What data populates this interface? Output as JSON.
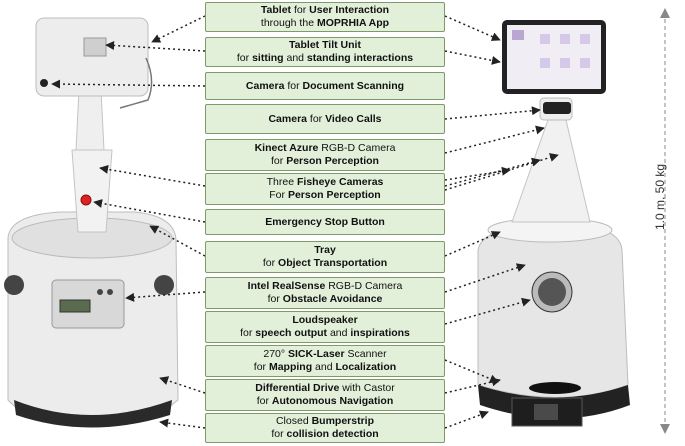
{
  "labels": [
    {
      "id": "tablet",
      "lines": [
        [
          {
            "t": "Tablet",
            "b": true
          },
          {
            "t": " for ",
            "b": false
          },
          {
            "t": "User Interaction",
            "b": true
          }
        ],
        [
          {
            "t": "through the ",
            "b": false
          },
          {
            "t": "MOPRHIA App",
            "b": true
          }
        ]
      ]
    },
    {
      "id": "tilt",
      "lines": [
        [
          {
            "t": "Tablet Tilt Unit",
            "b": true
          }
        ],
        [
          {
            "t": "for ",
            "b": false
          },
          {
            "t": "sitting",
            "b": true
          },
          {
            "t": " and ",
            "b": false
          },
          {
            "t": "standing interactions",
            "b": true
          }
        ]
      ]
    },
    {
      "id": "cam-doc",
      "lines": [
        [
          {
            "t": "Camera",
            "b": true
          },
          {
            "t": " for ",
            "b": false
          },
          {
            "t": "Document Scanning",
            "b": true
          }
        ]
      ]
    },
    {
      "id": "cam-video",
      "lines": [
        [
          {
            "t": "Camera",
            "b": true
          },
          {
            "t": " for ",
            "b": false
          },
          {
            "t": "Video Calls",
            "b": true
          }
        ]
      ]
    },
    {
      "id": "kinect",
      "lines": [
        [
          {
            "t": "Kinect Azure",
            "b": true
          },
          {
            "t": " RGB-D Camera",
            "b": false
          }
        ],
        [
          {
            "t": "for ",
            "b": false
          },
          {
            "t": "Person Perception",
            "b": true
          }
        ]
      ]
    },
    {
      "id": "fisheye",
      "lines": [
        [
          {
            "t": "Three ",
            "b": false
          },
          {
            "t": "Fisheye Cameras",
            "b": true
          }
        ],
        [
          {
            "t": "For ",
            "b": false
          },
          {
            "t": "Person Perception",
            "b": true
          }
        ]
      ]
    },
    {
      "id": "estop",
      "lines": [
        [
          {
            "t": "Emergency Stop Button",
            "b": true
          }
        ]
      ]
    },
    {
      "id": "tray",
      "lines": [
        [
          {
            "t": "Tray",
            "b": true
          }
        ],
        [
          {
            "t": "for ",
            "b": false
          },
          {
            "t": "Object Transportation",
            "b": true
          }
        ]
      ]
    },
    {
      "id": "realsense",
      "lines": [
        [
          {
            "t": "Intel RealSense",
            "b": true
          },
          {
            "t": " RGB-D Camera",
            "b": false
          }
        ],
        [
          {
            "t": "for ",
            "b": false
          },
          {
            "t": "Obstacle Avoidance",
            "b": true
          }
        ]
      ]
    },
    {
      "id": "speaker",
      "lines": [
        [
          {
            "t": "Loudspeaker",
            "b": true
          }
        ],
        [
          {
            "t": "for ",
            "b": false
          },
          {
            "t": "speech output",
            "b": true
          },
          {
            "t": " and ",
            "b": false
          },
          {
            "t": "inspirations",
            "b": true
          }
        ]
      ]
    },
    {
      "id": "laser",
      "lines": [
        [
          {
            "t": "270° ",
            "b": false
          },
          {
            "t": "SICK-Laser",
            "b": true
          },
          {
            "t": " Scanner",
            "b": false
          }
        ],
        [
          {
            "t": "for ",
            "b": false
          },
          {
            "t": "Mapping",
            "b": true
          },
          {
            "t": " and ",
            "b": false
          },
          {
            "t": "Localization",
            "b": true
          }
        ]
      ]
    },
    {
      "id": "drive",
      "lines": [
        [
          {
            "t": "Differential Drive",
            "b": true
          },
          {
            "t": " with Castor",
            "b": false
          }
        ],
        [
          {
            "t": "for ",
            "b": false
          },
          {
            "t": "Autonomous Navigation",
            "b": true
          }
        ]
      ]
    },
    {
      "id": "bumper",
      "lines": [
        [
          {
            "t": "Closed ",
            "b": false
          },
          {
            "t": "Bumperstrip",
            "b": true
          }
        ],
        [
          {
            "t": "for ",
            "b": false
          },
          {
            "t": "collision detection",
            "b": true
          }
        ]
      ]
    }
  ],
  "dimensions_text": "1.0 m, 50 kg"
}
